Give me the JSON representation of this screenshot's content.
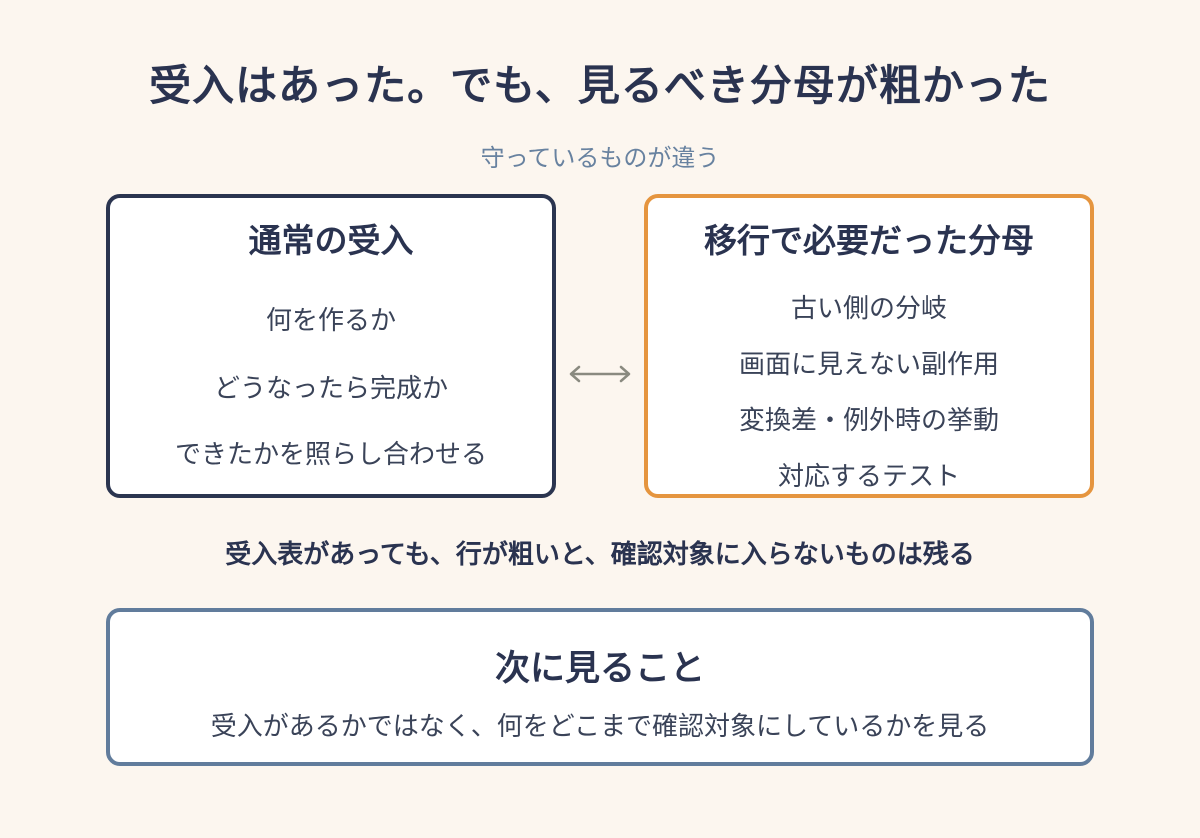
{
  "title": "受入はあった。でも、見るべき分母が粗かった",
  "subtitle": "守っているものが違う",
  "left_box": {
    "heading": "通常の受入",
    "items": [
      "何を作るか",
      "どうなったら完成か",
      "できたかを照らし合わせる"
    ]
  },
  "right_box": {
    "heading": "移行で必要だった分母",
    "items": [
      "古い側の分岐",
      "画面に見えない副作用",
      "変換差・例外時の挙動",
      "対応するテスト"
    ]
  },
  "note": "受入表があっても、行が粗いと、確認対象に入らないものは残る",
  "bottom_box": {
    "heading": "次に見ること",
    "text": "受入があるかではなく、何をどこまで確認対象にしているかを見る"
  },
  "colors": {
    "background": "#fcf6ef",
    "navy": "#2b3550",
    "orange": "#e5953f",
    "slate_blue": "#617c9c",
    "subtitle": "#6882a0",
    "arrow": "#8a8a80"
  },
  "icons": {
    "connector": "double-headed-arrow-icon"
  }
}
